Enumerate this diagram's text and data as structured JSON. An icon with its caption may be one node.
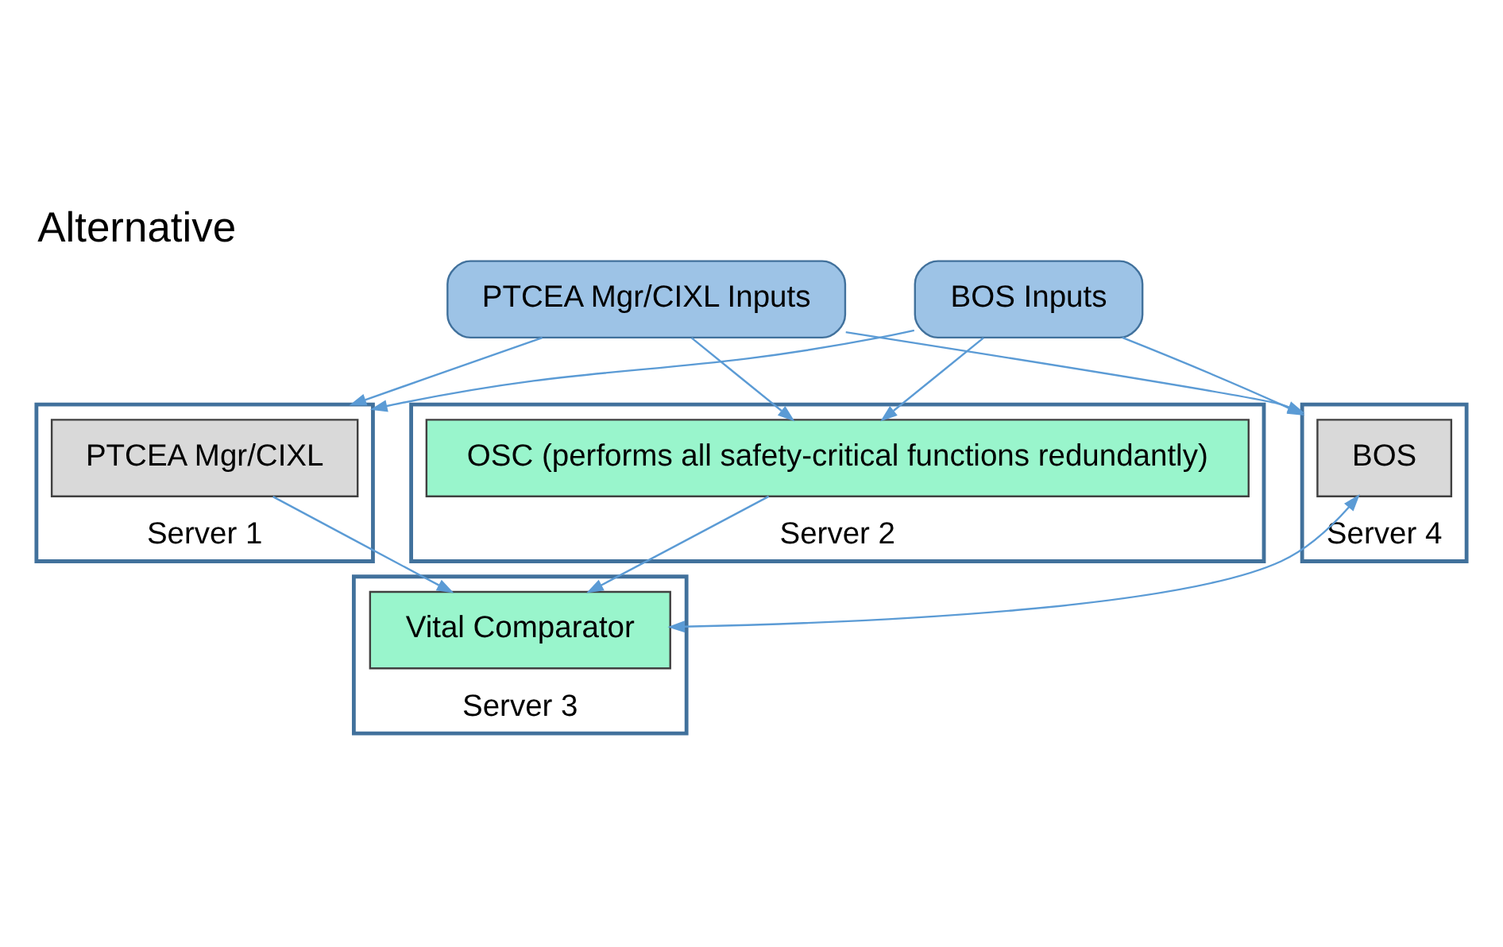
{
  "diagram": {
    "title": "Alternative",
    "nodes": [
      {
        "text": [
          "PTCEA Mgr/CIXL Inputs"
        ]
      },
      {
        "text": [
          "BOS Inputs"
        ]
      },
      {
        "text": [
          "Server 1"
        ]
      },
      {
        "text": [
          "PTCEA Mgr/CIXL"
        ],
        "in": 2
      },
      {
        "text": [
          "Server 2"
        ]
      },
      {
        "text": [
          "OSC (performs all safety-critical functions redundantly)"
        ],
        "in": 4
      },
      {
        "text": [
          "Server 3"
        ]
      },
      {
        "text": [
          "Vital Comparator"
        ],
        "in": 6
      },
      {
        "text": [
          "Server 4"
        ]
      },
      {
        "text": [
          "BOS"
        ],
        "in": 8
      }
    ],
    "edges": [
      {
        "from": 0,
        "to": 2,
        "arrow": "to"
      },
      {
        "from": 0,
        "to": 5,
        "arrow": "to"
      },
      {
        "from": 0,
        "to": 8,
        "arrow": "to"
      },
      {
        "from": 1,
        "to": 2,
        "arrow": "to"
      },
      {
        "from": 1,
        "to": 5,
        "arrow": "to"
      },
      {
        "from": 1,
        "to": 8,
        "arrow": "to"
      },
      {
        "from": 3,
        "to": 7,
        "arrow": "to"
      },
      {
        "from": 5,
        "to": 7,
        "arrow": "to"
      },
      {
        "from": 7,
        "to": 9,
        "arrow": "both"
      }
    ]
  }
}
